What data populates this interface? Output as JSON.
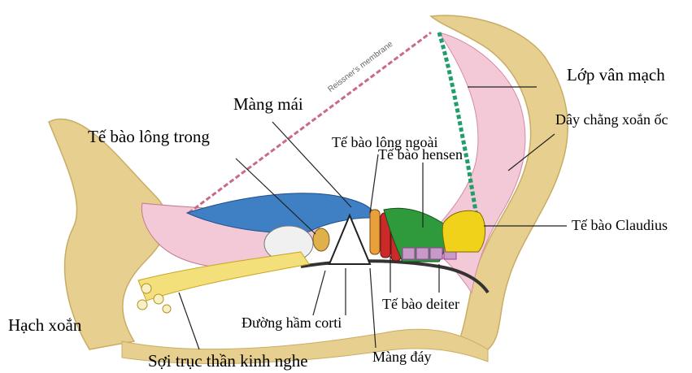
{
  "labels": {
    "reissner": "Reissner's membrane",
    "lop_van_mach": "Lớp vân mạch",
    "mang_mai": "Màng mái",
    "te_bao_long_ngoai": "Tế bào lông ngoài",
    "day_chang_xoan_oc": "Dây chằng xoắn ốc",
    "te_bao_long_trong": "Tế bào lông trong",
    "te_bao_hensen": "Tế bào hensen",
    "te_bao_claudius": "Tế bào Claudius",
    "te_bao_deiter": "Tế bào deiter",
    "hach_xoan": "Hạch xoắn",
    "duong_ham_corti": "Đường hầm corti",
    "soi_truc": "Sợi trục thần kinh nghe",
    "mang_day": "Màng đáy"
  },
  "colors": {
    "bone": "#e6cf8f",
    "tissue_pink": "#f3c9d8",
    "stria_green": "#1e9e6a",
    "tectorial_blue": "#3f7fc4",
    "hensen_green": "#2f9a3c",
    "claudius_yellow": "#f0d21a",
    "deiter_purple": "#9a3f9a",
    "outer_hair_red": "#cc2a2a",
    "nerve_yellow": "#f3e07a"
  }
}
